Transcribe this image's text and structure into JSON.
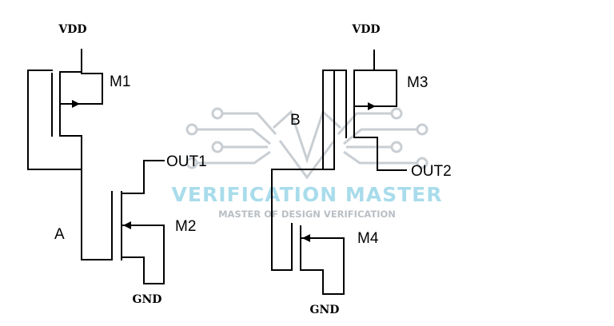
{
  "watermark": {
    "title": "VERIFICATION MASTER",
    "subtitle": "MASTER OF DESIGN VERIFICATION",
    "title_color": "#a9dceb",
    "subtitle_color": "#b9bfc4",
    "logo_color": "#c9ced3"
  },
  "circuit_a": {
    "label": "A",
    "supply": "VDD",
    "ground": "GND",
    "output": "OUT1",
    "pmos": "M1",
    "nmos": "M2"
  },
  "circuit_b": {
    "label": "B",
    "supply": "VDD",
    "ground": "GND",
    "output": "OUT2",
    "pmos": "M3",
    "nmos": "M4"
  },
  "colors": {
    "wire": "#000000",
    "background": "#ffffff"
  }
}
